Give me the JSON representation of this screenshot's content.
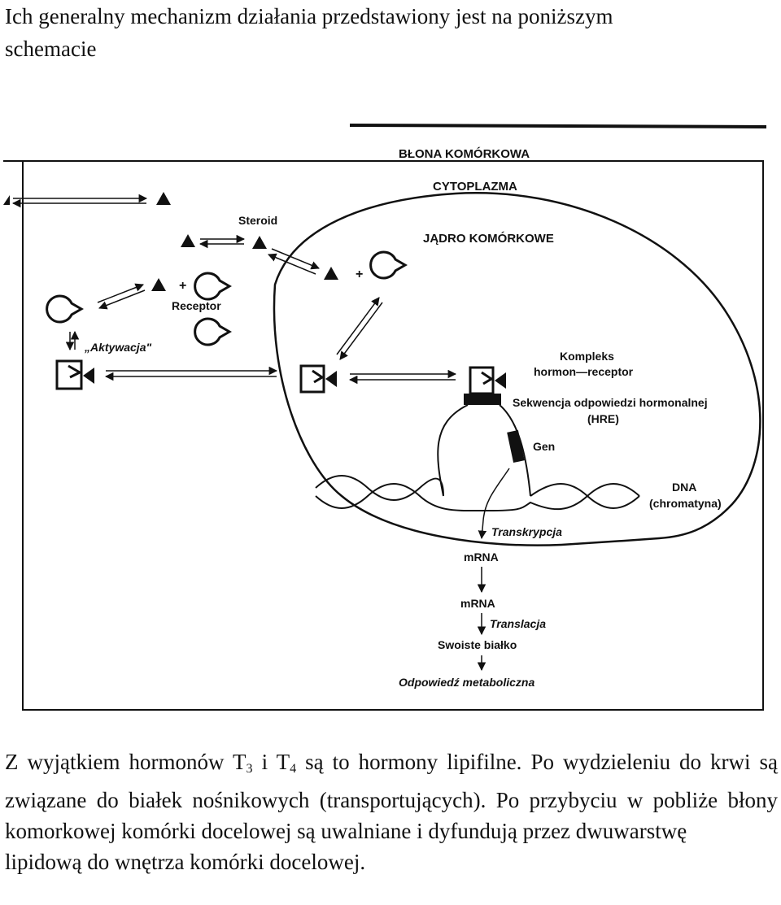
{
  "intro": {
    "line1": "Ich generalny mechanizm działania przedstawiony jest na poniższym",
    "line2": "schemacie"
  },
  "diagram": {
    "labels": {
      "membrane": "BŁONA KOMÓRKOWA",
      "cytoplasm": "CYTOPLAZMA",
      "nucleus": "JĄDRO KOMÓRKOWE",
      "steroid": "Steroid",
      "plus": "+",
      "receptor": "Receptor",
      "activation": "„Aktywacja\"",
      "complex_line1": "Kompleks",
      "complex_line2": "hormon—receptor",
      "hre_line1": "Sekwencja odpowiedzi hormonalnej",
      "hre_line2": "(HRE)",
      "gene": "Gen",
      "dna_line1": "DNA",
      "dna_line2": "(chromatyna)",
      "transcription": "Transkrypcja",
      "mrna_nucleus": "mRNA",
      "mrna_cytoplasm": "mRNA",
      "translation": "Translacja",
      "protein": "Swoiste białko",
      "response": "Odpowiedź metaboliczna"
    }
  },
  "paragraph": {
    "p1": "Z wyjątkiem hormonów T",
    "t3": "3",
    "p2": " i T",
    "t4": "4",
    "p3": " są to hormony lipifilne. Po wydzieleniu do krwi są związane do białek nośnikowych (transportujących). Po przybyciu w pobliże błony komorkowej komórki docelowej są uwalniane i dyfundują przez dwuwarstwę",
    "last": "lipidową do wnętrza komórki docelowej."
  }
}
